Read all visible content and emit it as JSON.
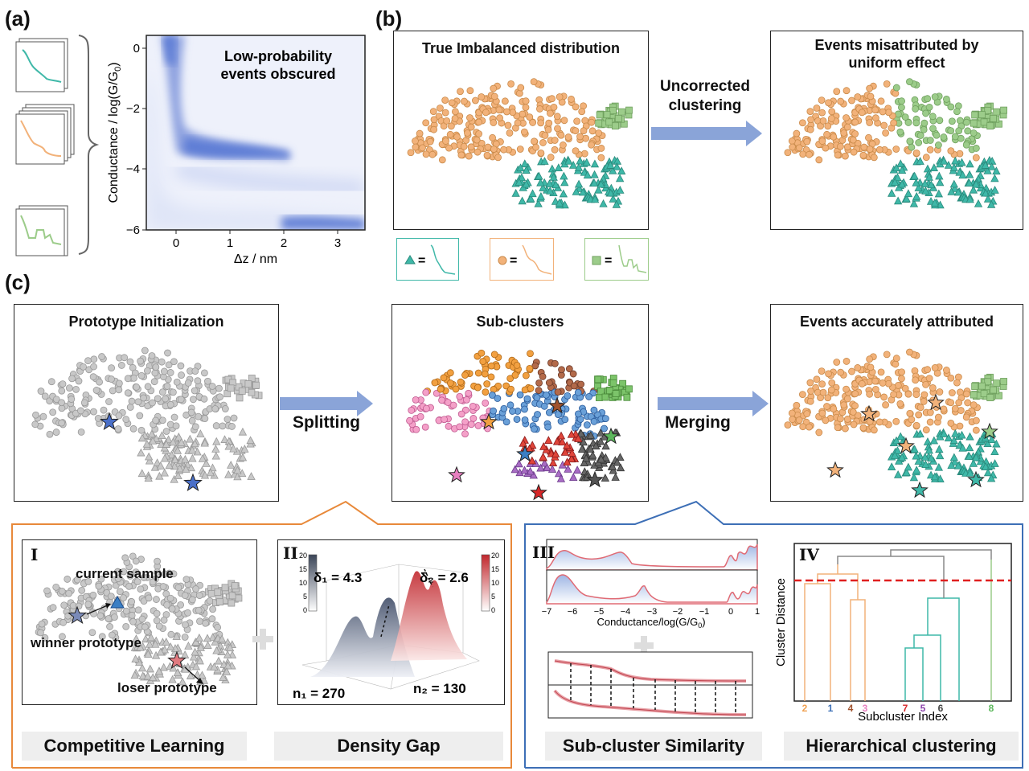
{
  "labels": {
    "a": "(a)",
    "b": "(b)",
    "c": "(c)"
  },
  "panel_a": {
    "annotation_line1": "Low-probability",
    "annotation_line2": "events obscured",
    "y_axis_label": "Conductance / log(G/G",
    "y_axis_sub": "0",
    "y_axis_close": ")",
    "x_axis_label": "Δz / nm",
    "y_ticks": [
      "0",
      "−2",
      "−4",
      "−6"
    ],
    "x_ticks": [
      "0",
      "1",
      "2",
      "3"
    ]
  },
  "panel_b": {
    "left_title": "True Imbalanced distribution",
    "arrow_text_1": "Uncorrected",
    "arrow_text_2": "clustering",
    "right_title_1": "Events misattributed by",
    "right_title_2": "uniform effect",
    "legend_eq": "="
  },
  "panel_c": {
    "box1_title": "Prototype Initialization",
    "box2_title": "Sub-clusters",
    "box3_title": "Events accurately attributed",
    "arrow1_text": "Splitting",
    "arrow2_text": "Merging"
  },
  "sub_I": {
    "roman": "I",
    "current": "current sample",
    "winner": "winner prototype",
    "loser": "loser prototype",
    "footer": "Competitive Learning"
  },
  "sub_II": {
    "roman": "II",
    "delta1": "δ₁ = 4.3",
    "delta2": "δ₂ = 2.6",
    "n1": "n₁ = 270",
    "n2": "n₂ = 130",
    "cbar_left": [
      "20",
      "15",
      "10",
      "5",
      "0"
    ],
    "cbar_right": [
      "20",
      "15",
      "10",
      "5",
      "0"
    ],
    "footer": "Density Gap"
  },
  "sub_III": {
    "roman": "III",
    "x_ticks": [
      "−7",
      "−6",
      "−5",
      "−4",
      "−3",
      "−2",
      "−1",
      "0",
      "1"
    ],
    "x_label": "Conductance/log(G/G",
    "x_label_sub": "0",
    "x_label_close": ")",
    "footer": "Sub-cluster Similarity"
  },
  "sub_IV": {
    "roman": "IV",
    "y_label": "Cluster Distance",
    "x_label": "Subcluster Index",
    "leaf_labels": [
      "2",
      "1",
      "4",
      "3",
      "7",
      "5",
      "6",
      "8"
    ],
    "leaf_colors": [
      "#f0a050",
      "#3b6fb6",
      "#a0522d",
      "#e77fc0",
      "#d62728",
      "#8e44ad",
      "#444444",
      "#5cb85c"
    ],
    "footer": "Hierarchical clustering"
  },
  "colors": {
    "orange": "#f2b27a",
    "teal": "#3fb8a8",
    "green": "#9ccc8a",
    "gray": "#c8c8c8",
    "blue": "#4a6fc8",
    "frame_orange": "#e8893a",
    "frame_blue": "#3d6fb6"
  }
}
